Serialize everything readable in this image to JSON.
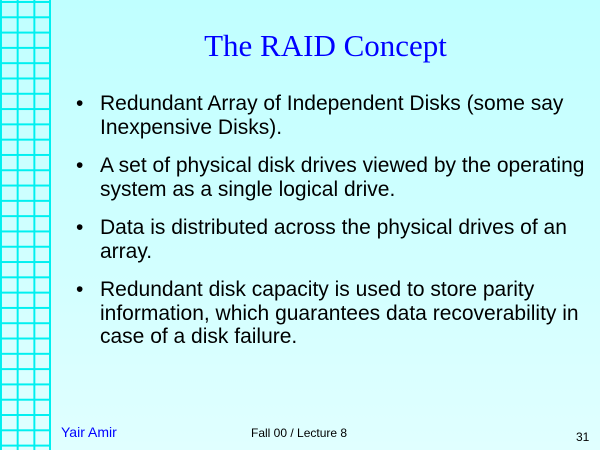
{
  "slide": {
    "title": "The RAID Concept",
    "bullets": [
      "Redundant Array of Independent Disks (some say Inexpensive Disks).",
      "A set of physical disk drives viewed by the operating system as a single logical drive.",
      "Data is distributed across the physical drives of an array.",
      "Redundant disk capacity is used to store parity information, which guarantees data recoverability in case of a disk failure."
    ],
    "bullet_glyph": "•",
    "footer": {
      "author": "Yair Amir",
      "course": "Fall 00 / Lecture 8",
      "page": "31"
    }
  }
}
